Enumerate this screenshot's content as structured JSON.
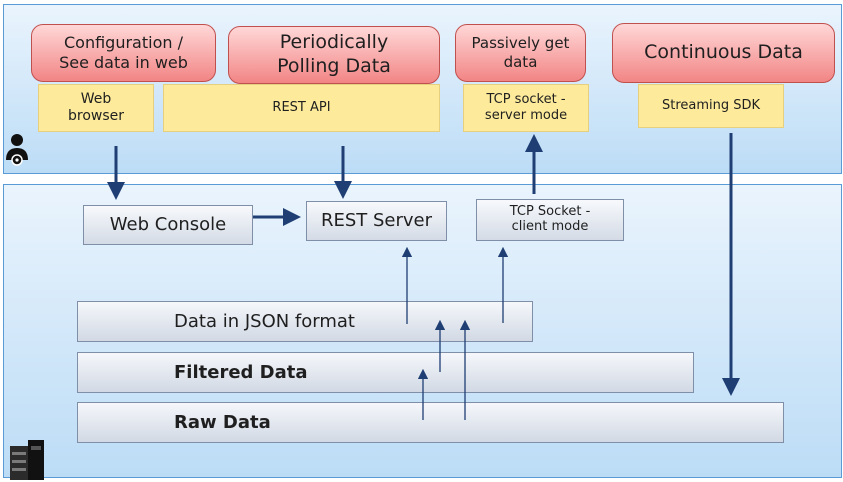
{
  "top": {
    "consumers": [
      {
        "label": "Configuration /\nSee data in web"
      },
      {
        "label": "Periodically\nPolling Data"
      },
      {
        "label": "Passively get\ndata"
      },
      {
        "label": "Continuous Data"
      }
    ],
    "interfaces": [
      {
        "label": "Web\nbrowser"
      },
      {
        "label": "REST API"
      },
      {
        "label": "TCP socket -\nserver mode"
      },
      {
        "label": "Streaming SDK"
      }
    ]
  },
  "middle": {
    "web_console": "Web Console",
    "rest_server": "REST Server",
    "tcp_socket": "TCP Socket -\nclient mode"
  },
  "layers": [
    {
      "label": "Data in JSON format",
      "bold": false
    },
    {
      "label": "Filtered Data",
      "bold": true
    },
    {
      "label": "Raw Data",
      "bold": true
    }
  ],
  "colors": {
    "panel_border": "#5b9bd5",
    "consumer_fill": "#f28585",
    "interface_fill": "#fdeb9b",
    "arrow": "#1f3e73"
  },
  "icons": [
    "user-gear-icon",
    "device-icon"
  ]
}
